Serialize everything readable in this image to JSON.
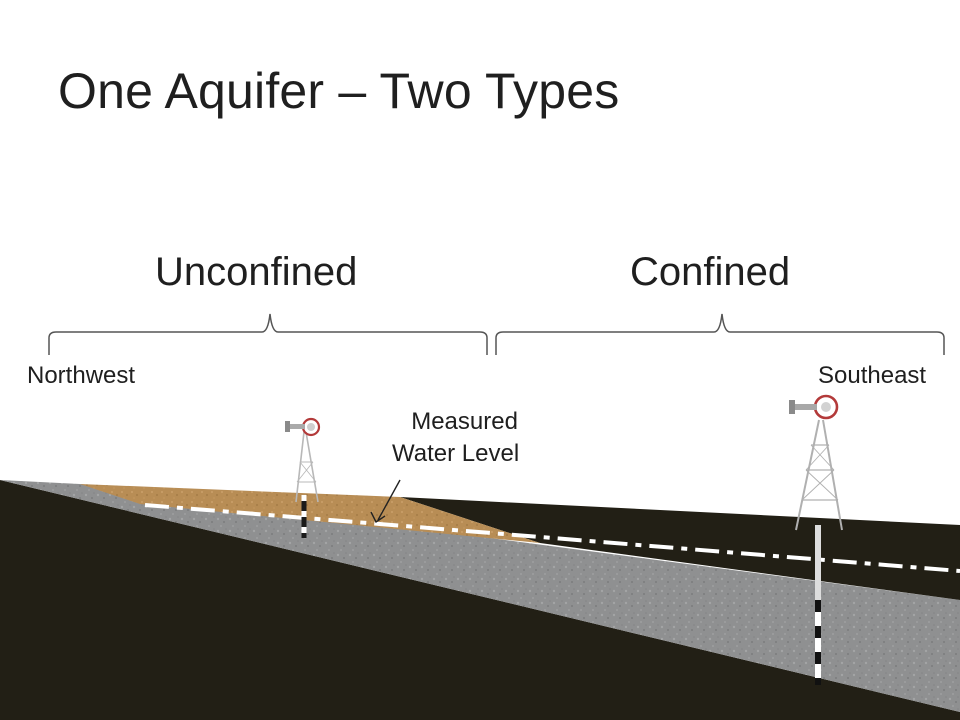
{
  "title": "One Aquifer – Two Types",
  "sections": {
    "left_label": "Unconfined",
    "right_label": "Confined"
  },
  "directions": {
    "left": "Northwest",
    "right": "Southeast"
  },
  "annotation": {
    "line1": "Measured",
    "line2": "Water Level"
  },
  "icons": [
    "windmill-icon",
    "windmill-icon"
  ],
  "colors": {
    "bedrock": "#221f15",
    "aquifer_gravel": "#8f9091",
    "unsaturated_sand": "#b88d55",
    "water_level_line": "#ffffff",
    "text": "#1f1f1f",
    "bracket": "#555555"
  }
}
